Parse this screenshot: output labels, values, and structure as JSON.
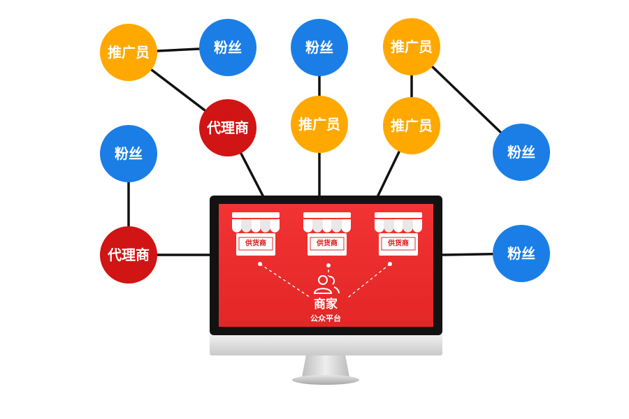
{
  "colors": {
    "fan": "#1a7ee6",
    "promoter": "#ffa800",
    "agent": "#d11414",
    "screen": "#ee2b2b",
    "line": "#111111"
  },
  "nodes": [
    {
      "id": "promoter-1",
      "type": "promoter",
      "label": "推广员"
    },
    {
      "id": "fan-1",
      "type": "fan",
      "label": "粉丝"
    },
    {
      "id": "fan-2",
      "type": "fan",
      "label": "粉丝"
    },
    {
      "id": "promoter-2",
      "type": "promoter",
      "label": "推广员"
    },
    {
      "id": "agent-1",
      "type": "agent",
      "label": "代理商"
    },
    {
      "id": "promoter-3",
      "type": "promoter",
      "label": "推广员"
    },
    {
      "id": "promoter-4",
      "type": "promoter",
      "label": "推广员"
    },
    {
      "id": "fan-3",
      "type": "fan",
      "label": "粉丝"
    },
    {
      "id": "fan-4",
      "type": "fan",
      "label": "粉丝"
    },
    {
      "id": "agent-2",
      "type": "agent",
      "label": "代理商"
    },
    {
      "id": "fan-5",
      "type": "fan",
      "label": "粉丝"
    }
  ],
  "edges": [
    [
      "promoter-1",
      "fan-1"
    ],
    [
      "promoter-1",
      "agent-1"
    ],
    [
      "agent-1",
      "monitor"
    ],
    [
      "fan-2",
      "promoter-3"
    ],
    [
      "promoter-3",
      "monitor"
    ],
    [
      "promoter-2",
      "promoter-4"
    ],
    [
      "promoter-2",
      "fan-3"
    ],
    [
      "promoter-4",
      "monitor"
    ],
    [
      "fan-4",
      "agent-2"
    ],
    [
      "agent-2",
      "monitor"
    ],
    [
      "fan-5",
      "monitor"
    ]
  ],
  "monitor": {
    "stores": [
      {
        "label": "供货商"
      },
      {
        "label": "供货商"
      },
      {
        "label": "供货商"
      }
    ],
    "merchant_title": "商家",
    "merchant_subtitle": "公众平台"
  }
}
